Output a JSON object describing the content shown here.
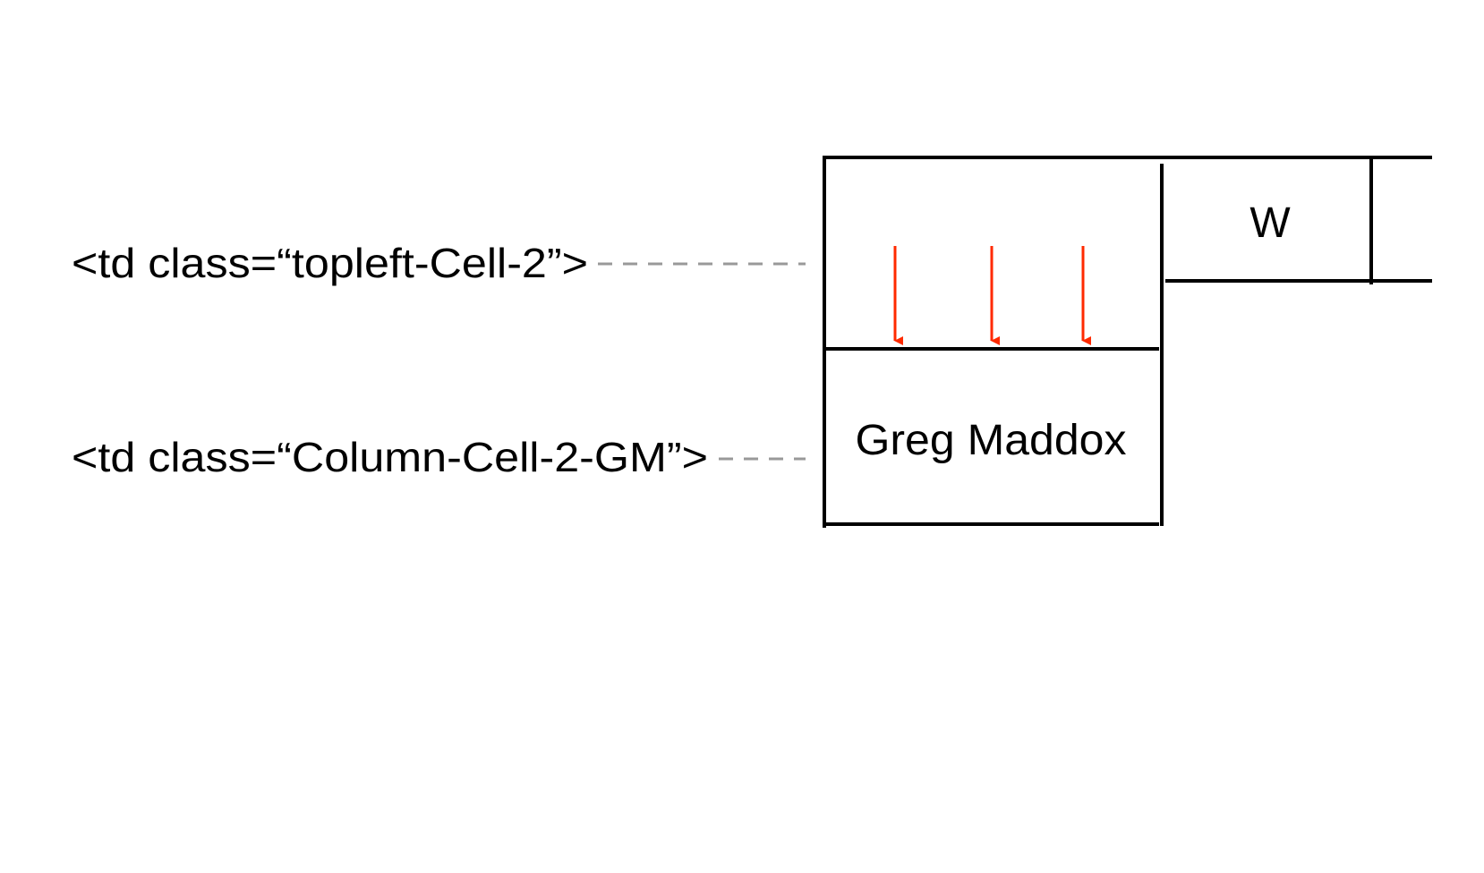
{
  "labels": {
    "topleft": "<td class=“topleft-Cell-2”>",
    "column": "<td class=“Column-Cell-2-GM”>"
  },
  "cells": {
    "header_w": "W",
    "name": "Greg Maddox"
  },
  "colors": {
    "arrow": "#ff2a00",
    "leader": "#999999",
    "line": "#000000"
  }
}
